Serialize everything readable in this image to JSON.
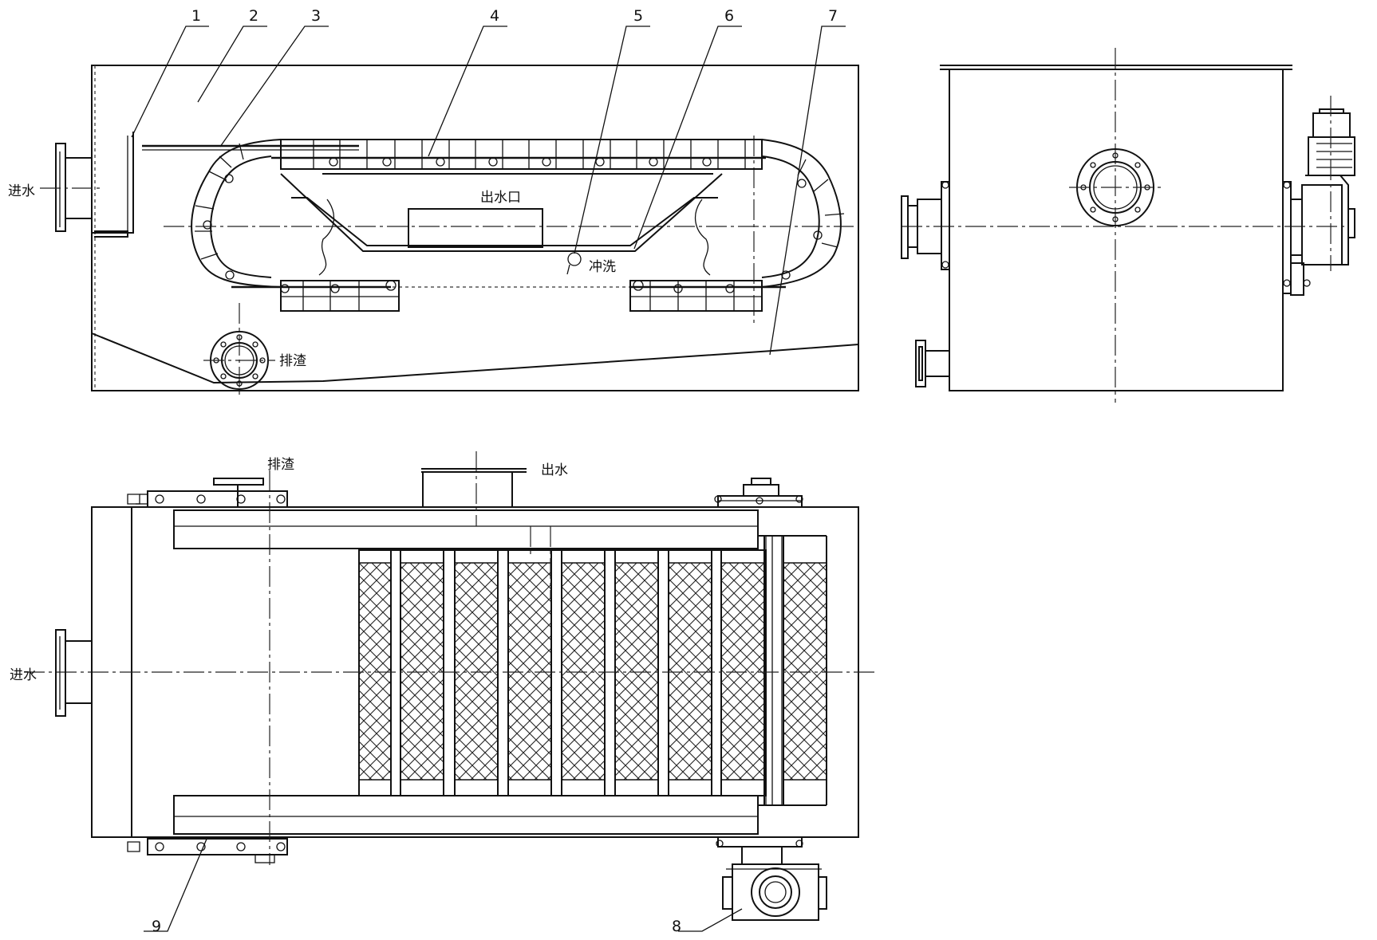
{
  "labels": {
    "inlet": "进水",
    "outlet_port": "出水口",
    "flush": "冲洗",
    "slag": "排渣",
    "outlet": "出水"
  },
  "callouts": [
    "1",
    "2",
    "3",
    "4",
    "5",
    "6",
    "7",
    "8",
    "9"
  ]
}
